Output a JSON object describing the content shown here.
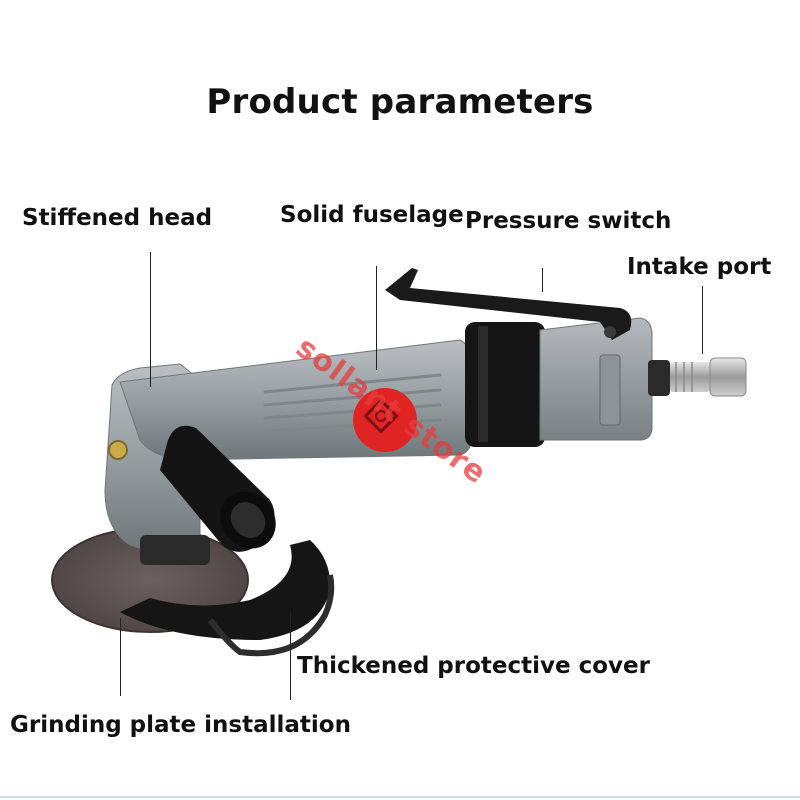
{
  "title": "Product parameters",
  "labels": {
    "stiffened_head": "Stiffened head",
    "solid_fuselage": "Solid fuselage",
    "pressure_switch": "Pressure switch",
    "intake_port": "Intake port",
    "protective_cover": "Thickened protective cover",
    "grinding_plate": "Grinding plate installation"
  },
  "watermark": "sollant store",
  "colors": {
    "body": "#9aa1a5",
    "black_parts": "#111111",
    "disc": "#5e5552",
    "badge": "#e02424",
    "watermark": "#e63c3c"
  }
}
